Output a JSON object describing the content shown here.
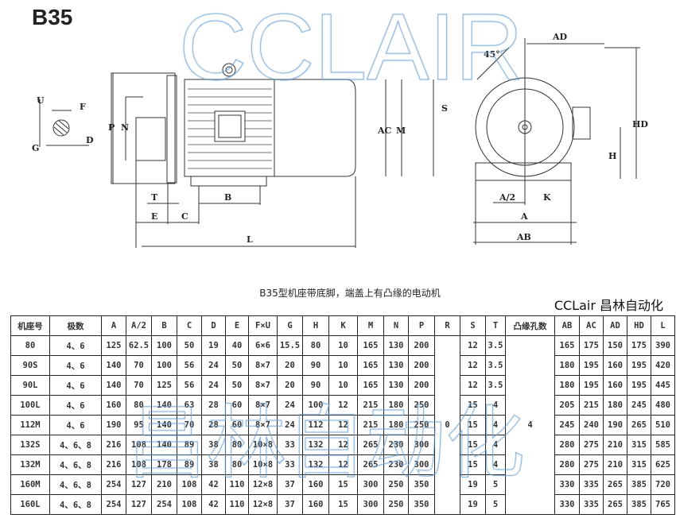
{
  "title": "B35",
  "watermark_main": "CCLAIR",
  "watermark_table": "昌林自动化",
  "watermark_bottom": "CCLair 昌林自动化",
  "caption": "B35型机座带底脚，端盖上有凸缘的电动机",
  "drawing": {
    "labels": {
      "U": "U",
      "F": "F",
      "G": "G",
      "D": "D",
      "P": "P",
      "N": "N",
      "T": "T",
      "B": "B",
      "E": "E",
      "C": "C",
      "L": "L",
      "AC": "AC",
      "M": "M",
      "S": "S",
      "AD": "AD",
      "angle": "45°",
      "HD": "HD",
      "H": "H",
      "A2": "A/2",
      "K": "K",
      "A": "A",
      "AB": "AB"
    }
  },
  "table": {
    "headers": [
      "机座号",
      "极数",
      "A",
      "A/2",
      "B",
      "C",
      "D",
      "E",
      "F×U",
      "G",
      "H",
      "K",
      "M",
      "N",
      "P",
      "R",
      "S",
      "T",
      "凸缘孔数",
      "AB",
      "AC",
      "AD",
      "HD",
      "L"
    ],
    "merged": {
      "R": "0",
      "flange_holes": "4"
    },
    "rows": [
      [
        "80",
        "4、6",
        "125",
        "62.5",
        "100",
        "50",
        "19",
        "40",
        "6×6",
        "15.5",
        "80",
        "10",
        "165",
        "130",
        "200",
        "12",
        "3.5",
        "165",
        "175",
        "150",
        "175",
        "390"
      ],
      [
        "90S",
        "4、6",
        "140",
        "70",
        "100",
        "56",
        "24",
        "50",
        "8×7",
        "20",
        "90",
        "10",
        "165",
        "130",
        "200",
        "12",
        "3.5",
        "180",
        "195",
        "160",
        "195",
        "420"
      ],
      [
        "90L",
        "4、6",
        "140",
        "70",
        "125",
        "56",
        "24",
        "50",
        "8×7",
        "20",
        "90",
        "10",
        "165",
        "130",
        "200",
        "12",
        "3.5",
        "180",
        "195",
        "160",
        "195",
        "445"
      ],
      [
        "100L",
        "4、6",
        "160",
        "80",
        "140",
        "63",
        "28",
        "60",
        "8×7",
        "24",
        "100",
        "12",
        "215",
        "180",
        "250",
        "15",
        "4",
        "205",
        "215",
        "180",
        "245",
        "480"
      ],
      [
        "112M",
        "4、6",
        "190",
        "95",
        "140",
        "70",
        "28",
        "60",
        "8×7",
        "24",
        "112",
        "12",
        "215",
        "180",
        "250",
        "15",
        "4",
        "245",
        "240",
        "190",
        "265",
        "510"
      ],
      [
        "132S",
        "4、6、8",
        "216",
        "108",
        "140",
        "89",
        "38",
        "80",
        "10×8",
        "33",
        "132",
        "12",
        "265",
        "230",
        "300",
        "15",
        "4",
        "280",
        "275",
        "210",
        "315",
        "585"
      ],
      [
        "132M",
        "4、6、8",
        "216",
        "108",
        "178",
        "89",
        "38",
        "80",
        "10×8",
        "33",
        "132",
        "12",
        "265",
        "230",
        "300",
        "15",
        "4",
        "280",
        "275",
        "210",
        "315",
        "625"
      ],
      [
        "160M",
        "4、6、8",
        "254",
        "127",
        "210",
        "108",
        "42",
        "110",
        "12×8",
        "37",
        "160",
        "15",
        "300",
        "250",
        "350",
        "19",
        "5",
        "330",
        "335",
        "265",
        "385",
        "720"
      ],
      [
        "160L",
        "4、6、8",
        "254",
        "127",
        "254",
        "108",
        "42",
        "110",
        "12×8",
        "37",
        "160",
        "15",
        "300",
        "250",
        "350",
        "19",
        "5",
        "330",
        "335",
        "265",
        "385",
        "765"
      ]
    ]
  }
}
